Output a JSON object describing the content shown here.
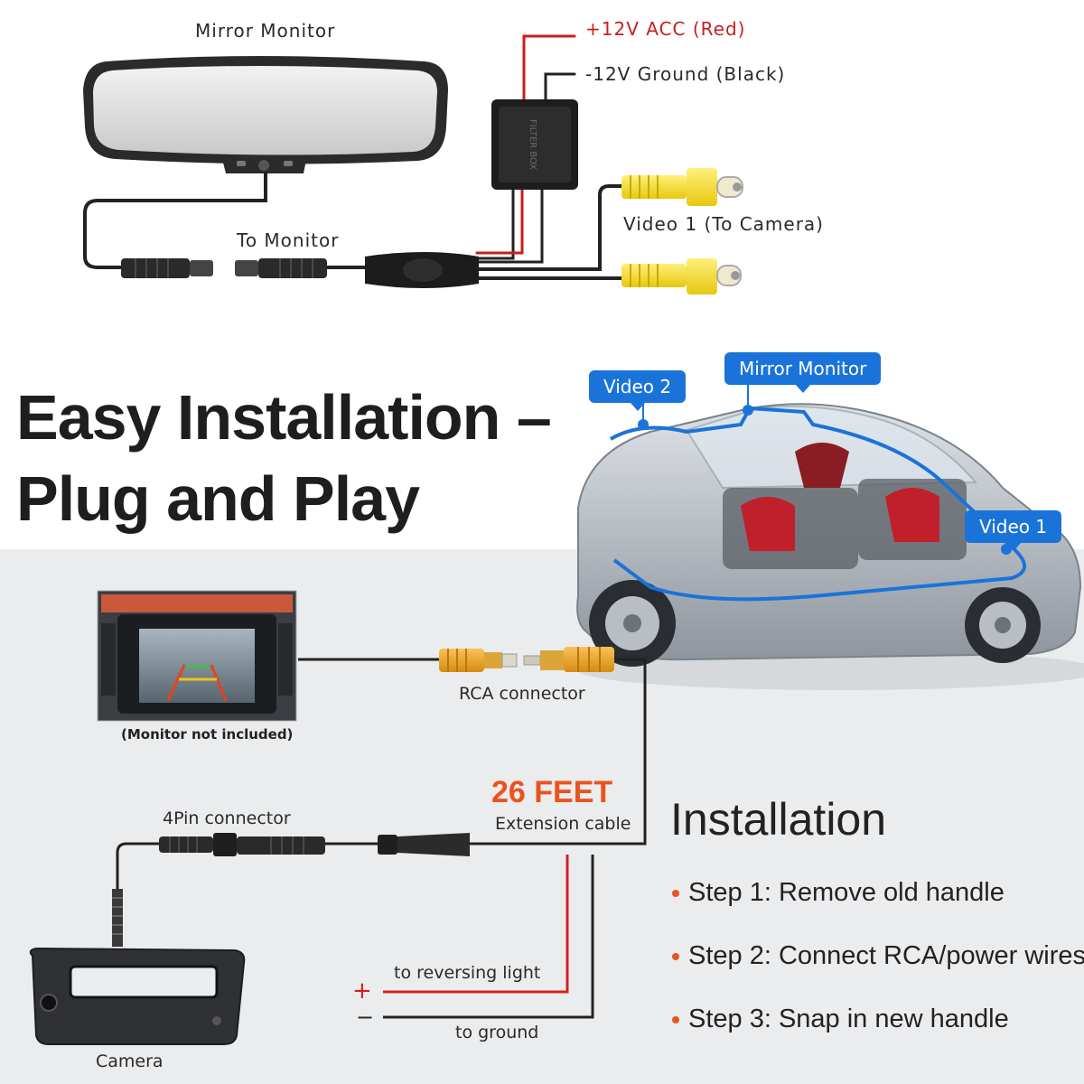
{
  "top_diagram": {
    "mirror_label": "Mirror Monitor",
    "acc_label": "+12V ACC (Red)",
    "ground_label": "-12V Ground (Black)",
    "video1_label": "Video 1 (To Camera)",
    "to_monitor_label": "To Monitor"
  },
  "headline": {
    "line1": "Easy Installation –",
    "line2": "Plug and Play"
  },
  "car_callouts": {
    "video2": "Video 2",
    "mirror": "Mirror Monitor",
    "video1": "Video 1"
  },
  "bottom_diagram": {
    "monitor_note": "(Monitor not included)",
    "rca_label": "RCA connector",
    "length": "26 FEET",
    "extension_label": "Extension cable",
    "pin_label": "4Pin connector",
    "reversing_label": "to reversing light",
    "ground_label": "to ground",
    "plus": "+",
    "minus": "−",
    "camera_label": "Camera"
  },
  "installation": {
    "title": "Installation",
    "steps": [
      "Step 1: Remove old handle",
      "Step 2: Connect RCA/power wires",
      "Step 3: Snap in new handle"
    ]
  },
  "colors": {
    "accent_orange": "#e8541e",
    "wire_red": "#d42020",
    "callout_blue": "#1a73d9",
    "rca_yellow": "#f3d81a",
    "rca_orange": "#eaa419"
  }
}
